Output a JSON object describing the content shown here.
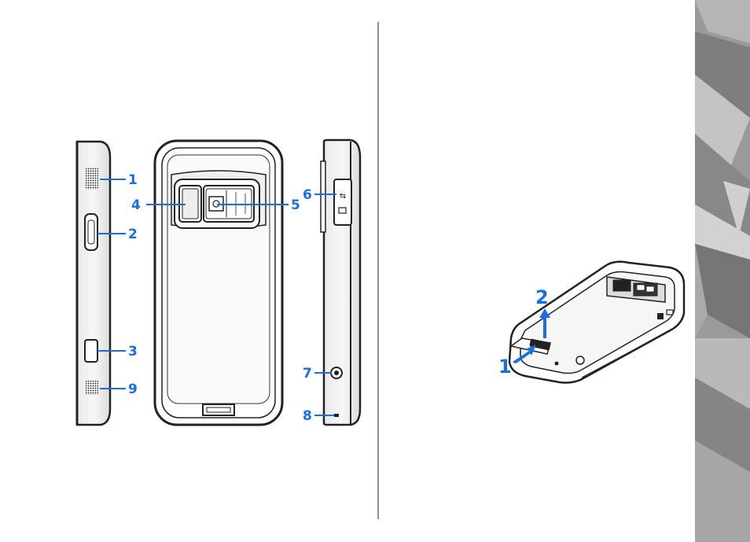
{
  "figure_left": {
    "callouts": [
      "1",
      "2",
      "3",
      "4",
      "5",
      "6",
      "7",
      "8",
      "9"
    ]
  },
  "figure_right": {
    "callouts": [
      "1",
      "2"
    ]
  },
  "colors": {
    "callout_blue": "#1a6fe0",
    "outline": "#222222",
    "sidebar_gray": "#8c8c8c"
  },
  "icons": [
    "usb-icon",
    "memory-card-icon",
    "camera-flash-icon",
    "camera-lens-icon",
    "headset-jack-icon"
  ]
}
